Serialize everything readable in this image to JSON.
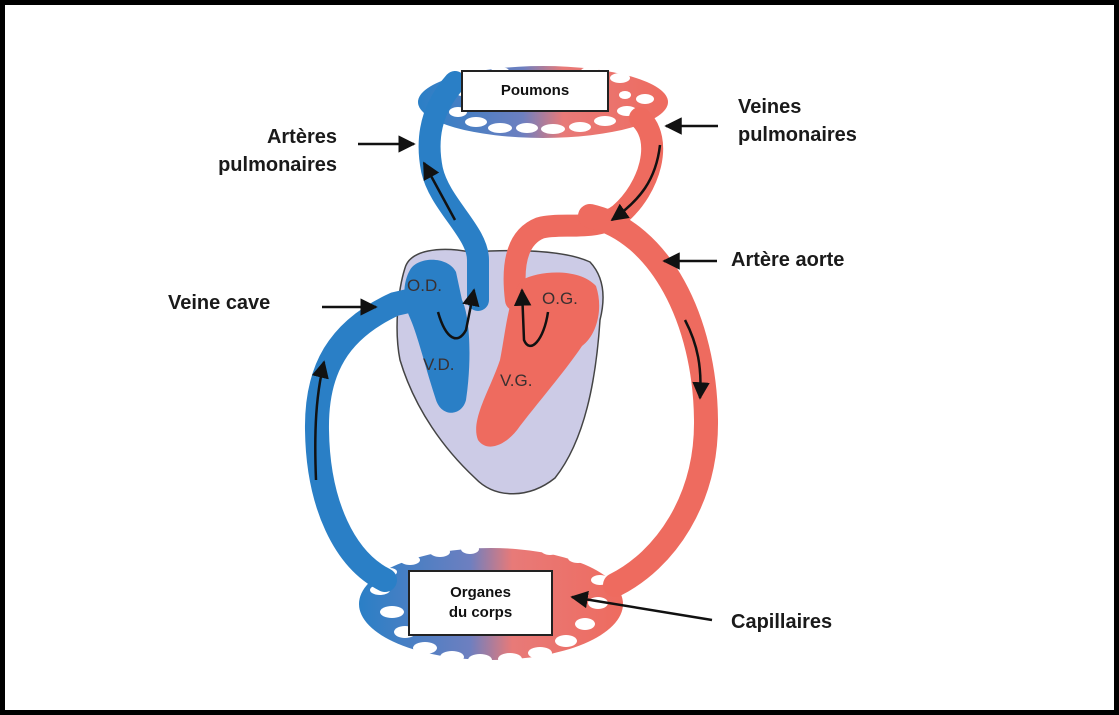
{
  "labels": {
    "poumons": "Poumons",
    "organes_line1": "Organes",
    "organes_line2": "du corps",
    "arteres_line1": "Artères",
    "arteres_line2": "pulmonaires",
    "veines_line1": "Veines",
    "veines_line2": "pulmonaires",
    "artere_aorte": "Artère aorte",
    "veine_cave": "Veine cave",
    "capillaires": "Capillaires"
  },
  "chambers": {
    "od": "O.D.",
    "og": "O.G.",
    "vd": "V.D.",
    "vg": "V.G."
  },
  "colors": {
    "oxygen_poor": "#2a7fc6",
    "oxygen_rich": "#ee6b5f",
    "heart": "#cccbe6",
    "outline": "#333333"
  }
}
